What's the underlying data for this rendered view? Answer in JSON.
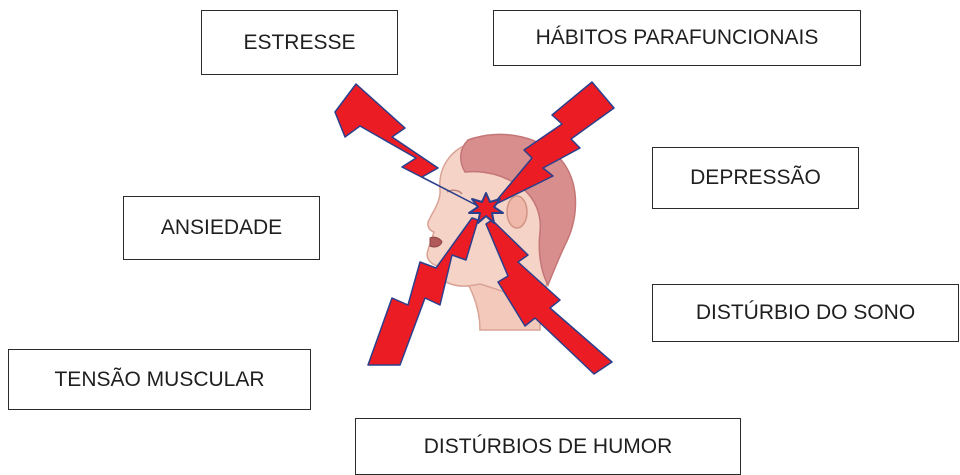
{
  "labels": {
    "estresse": "ESTRESSE",
    "habitos": "HÁBITOS PARAFUNCIONAIS",
    "depressao": "DEPRESSÃO",
    "ansiedade": "ANSIEDADE",
    "disturbio_sono": "DISTÚRBIO DO SONO",
    "tensao": "TENSÃO MUSCULAR",
    "humor": "DISTÚRBIOS DE HUMOR"
  },
  "colors": {
    "bolt_fill": "#ec1c24",
    "bolt_outline": "#2b3f8c",
    "skin": "#f5d3c6",
    "hair": "#d98e8e",
    "box_border": "#2b2b2b"
  },
  "illustration": {
    "subject": "head-profile-with-tmj-pain",
    "icons": [
      "head-profile",
      "lightning-bolt",
      "pain-burst"
    ]
  }
}
